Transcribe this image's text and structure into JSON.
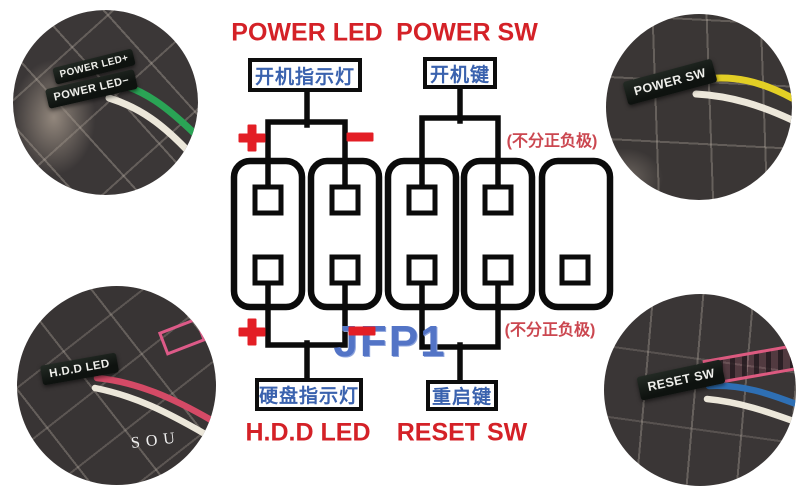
{
  "diagram": {
    "jfp1_label": "JFP1",
    "plus_sign": "+",
    "minus_sign": "−",
    "polarity_note": "(不分正负极)",
    "top": {
      "power_led": {
        "name": "POWER LED",
        "cn": "开机指示灯"
      },
      "power_sw": {
        "name": "POWER SW",
        "cn": "开机键"
      }
    },
    "bottom": {
      "hdd_led": {
        "name": "H.D.D LED",
        "cn": "硬盘指示灯"
      },
      "reset_sw": {
        "name": "RESET SW",
        "cn": "重启键"
      }
    },
    "colors": {
      "label_red": "#d42127",
      "sign_red": "#e31e25",
      "cn_blue": "#3a62ae",
      "jfp1_blue": "#5374c6",
      "line_black": "#0b0b0b",
      "pink_accent": "#dd5a88"
    }
  },
  "photos": {
    "top_left": {
      "labels": [
        "POWER LED+",
        "POWER LED−"
      ],
      "wire_colors": [
        "#2aa455",
        "#ece7da"
      ]
    },
    "top_right": {
      "labels": [
        "POWER SW"
      ],
      "wire_colors": [
        "#e3cf25",
        "#ece7da"
      ]
    },
    "bottom_left": {
      "labels": [
        "H.D.D LED"
      ],
      "wire_colors": [
        "#d44a66",
        "#ece7da"
      ],
      "watermark": "SOU"
    },
    "bottom_right": {
      "labels": [
        "RESET SW"
      ],
      "wire_colors": [
        "#2e6fb4",
        "#ece7da"
      ]
    }
  }
}
